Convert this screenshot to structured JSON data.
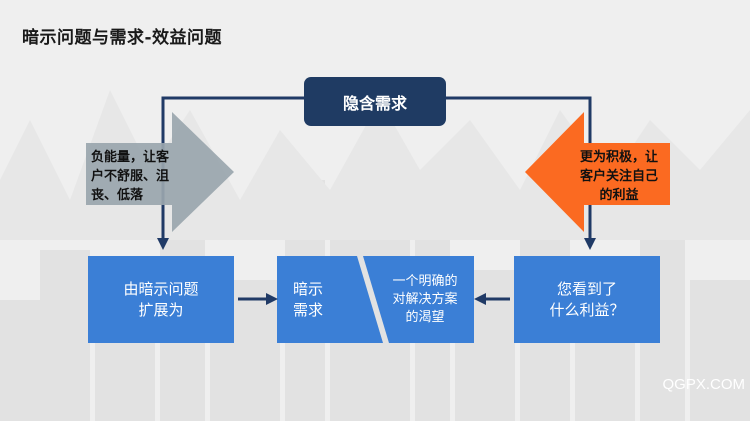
{
  "title": "暗示问题与需求-效益问题",
  "center": {
    "label": "隐含需求"
  },
  "left_arrow": {
    "lines": [
      "负能量，让客",
      "户不舒服、沮",
      "丧、低落"
    ]
  },
  "right_arrow": {
    "lines": [
      "更为积极，让",
      "客户关注自己",
      "的利益"
    ]
  },
  "boxes": {
    "left": {
      "lines": [
        "由暗示问题",
        "扩展为"
      ]
    },
    "middle": {
      "part1": [
        "暗示",
        "需求"
      ],
      "part2": [
        "一个明确的",
        "对解决方案",
        "的渴望"
      ]
    },
    "right": {
      "lines": [
        "您看到了",
        "什么利益？"
      ]
    }
  },
  "watermark": "QGPX.COM",
  "colors": {
    "navy": "#1f3b63",
    "box_blue": "#3b7fd6",
    "arrow_gray": "#9aa6ae",
    "arrow_orange": "#fb6a21",
    "connector": "#203a66"
  }
}
